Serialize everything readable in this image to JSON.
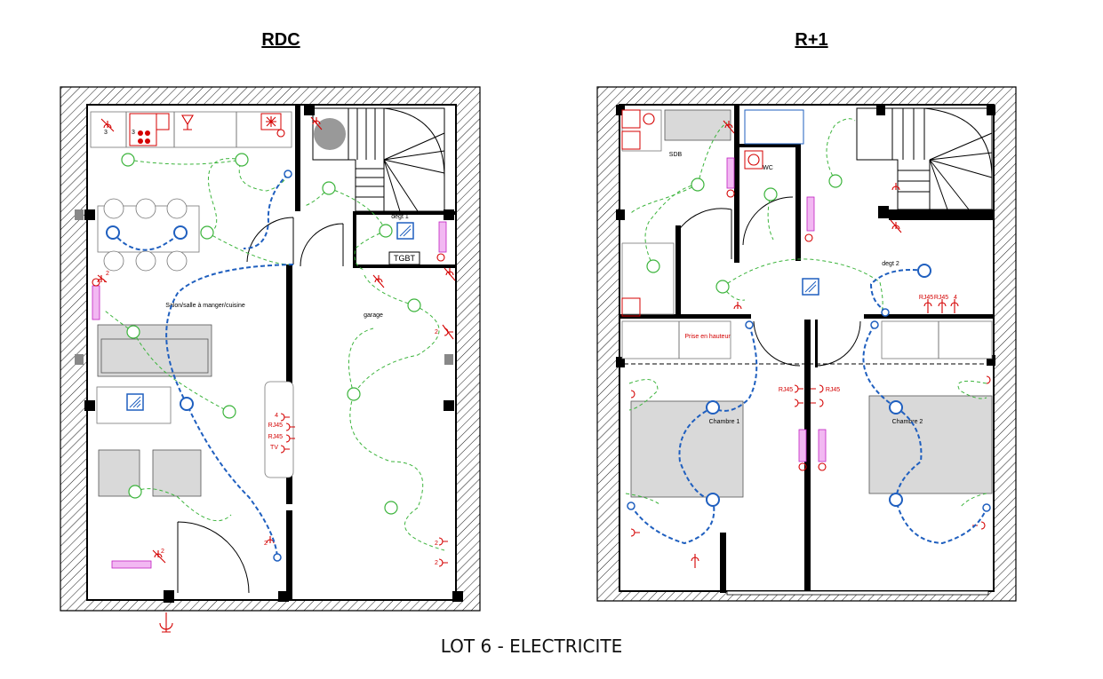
{
  "floors": {
    "rdc": {
      "title": "RDC",
      "rooms": {
        "living": "Salon/salle à manger/cuisine",
        "corridor": "degt 1",
        "garage": "garage",
        "panel": "TGBT"
      },
      "outlet_labels": {
        "qty4": "4",
        "rj45_a": "RJ45",
        "rj45_b": "RJ45",
        "tv": "TV",
        "kitchen_3a": "3",
        "kitchen_3b": "3",
        "kitchen_2": "2",
        "living_2a": "2",
        "living_2b": "2",
        "garage_2a": "2",
        "garage_2b": "2",
        "garage_2c": "2"
      }
    },
    "r1": {
      "title": "R+1",
      "rooms": {
        "bathroom": "SDB",
        "wc": "WC",
        "corridor": "degt 2",
        "bedroom1": "Chambre 1",
        "bedroom2": "Chambre 2",
        "high_outlet": "Prise en hauteur"
      },
      "outlet_labels": {
        "rj45_c": "RJ45",
        "rj45_d": "RJ45",
        "rj45_e": "RJ45",
        "rj45_f": "RJ45",
        "qty4b": "4"
      }
    }
  },
  "caption": "LOT 6 - ELECTRICITE",
  "colors": {
    "lighting_circuit": "#3cb43c",
    "dimmer_circuit": "#1f5fbf",
    "outlets": "#d40000",
    "heaters": "#c020c0"
  }
}
